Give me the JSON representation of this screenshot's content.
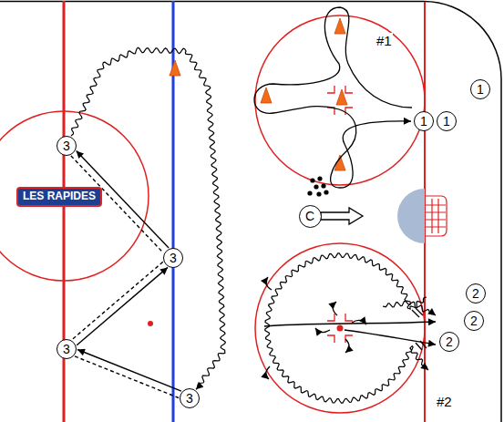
{
  "diagram": {
    "nodes": [
      {
        "text": [
          "1"
        ]
      },
      {
        "text": [
          "1"
        ]
      },
      {
        "text": [
          "1"
        ]
      },
      {
        "text": [
          "3"
        ]
      },
      {
        "text": [
          "C"
        ]
      },
      {
        "text": [
          "3"
        ]
      },
      {
        "text": [
          "2"
        ]
      },
      {
        "text": [
          "2"
        ]
      },
      {
        "text": [
          "2"
        ]
      },
      {
        "text": [
          "3"
        ]
      },
      {
        "text": [
          "3"
        ]
      }
    ],
    "edges": [
      {
        "from": 5,
        "to": 3,
        "arrow": "to"
      },
      {
        "from": 3,
        "to": 5,
        "arrow": "none"
      },
      {
        "from": 9,
        "to": 5,
        "arrow": "to"
      },
      {
        "from": 5,
        "to": 9,
        "arrow": "none"
      },
      {
        "from": 10,
        "to": 9,
        "arrow": "to"
      },
      {
        "from": 9,
        "to": 10,
        "arrow": "none"
      },
      {
        "from": 3,
        "to": 10,
        "arrow": "to"
      }
    ],
    "labels": [
      "#1",
      "#2",
      "LES RAPIDES"
    ]
  }
}
